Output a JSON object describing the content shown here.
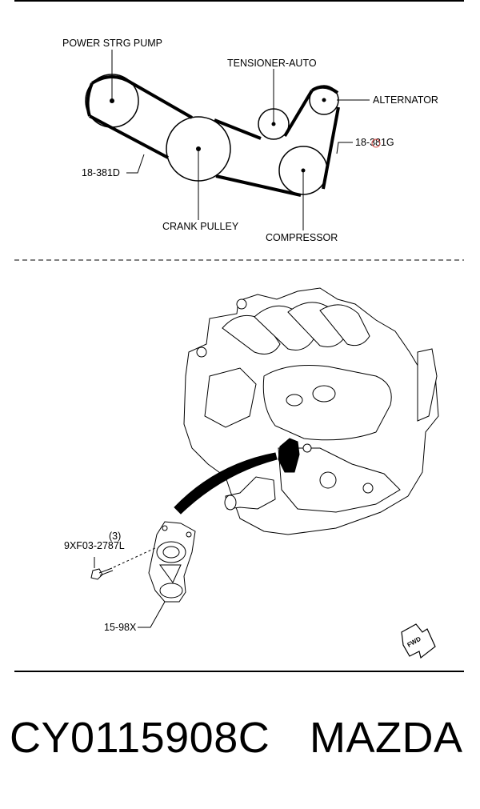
{
  "belt_diagram": {
    "labels": {
      "power_strg_pump": "POWER STRG PUMP",
      "tensioner_auto": "TENSIONER-AUTO",
      "alternator": "ALTERNATOR",
      "part_381g": "18-381G",
      "part_381d": "18-381D",
      "crank_pulley": "CRANK PULLEY",
      "compressor": "COMPRESSOR"
    }
  },
  "engine_diagram": {
    "labels": {
      "bolt_qty": "(3)",
      "bolt_part": "9XF03-2787L",
      "tensioner_part": "15-98X",
      "fwd": "FWD"
    }
  },
  "footer": {
    "code": "CY0115908C",
    "brand": "MAZDA"
  },
  "colors": {
    "line": "#000000",
    "accent_mark": "#d9534f",
    "background": "#ffffff"
  }
}
